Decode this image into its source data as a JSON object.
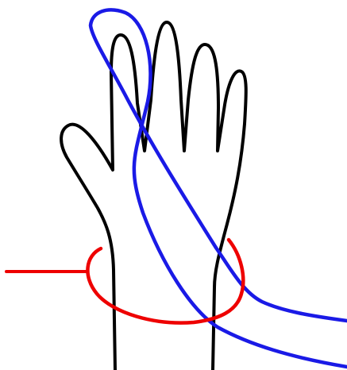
{
  "drawing": {
    "background": "#ffffff",
    "hand": {
      "icon": "hand-outline",
      "color": "#000000"
    },
    "measure_loop": {
      "icon": "blue-loop-line",
      "color": "#1a1ae6"
    },
    "wrist_marker": {
      "icon": "red-wrist-circle-with-lead-line",
      "color": "#ee0000"
    }
  }
}
